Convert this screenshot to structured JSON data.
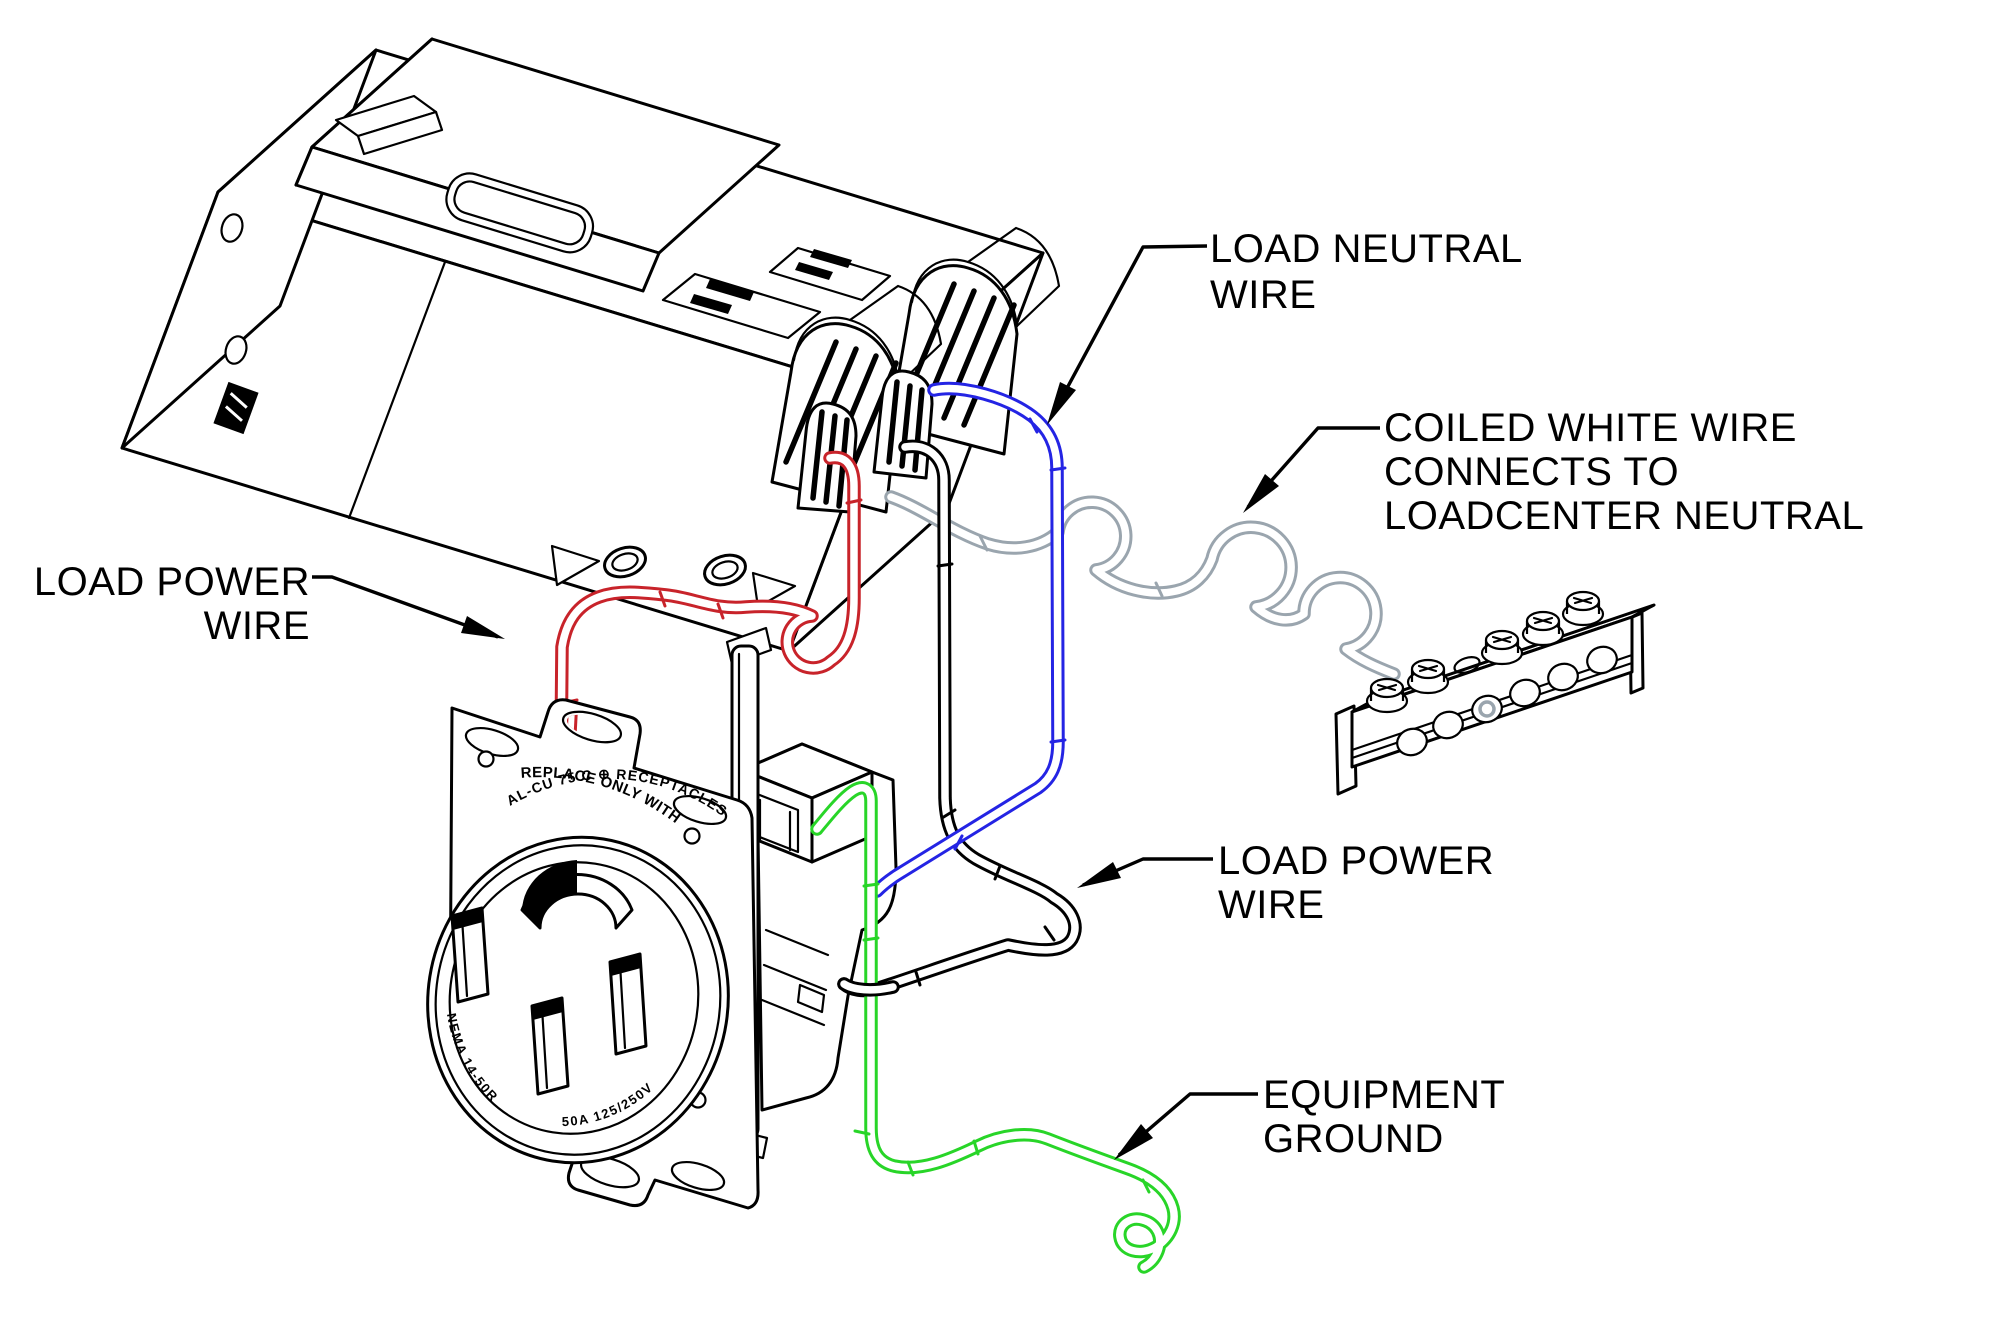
{
  "diagram": {
    "background": "#ffffff",
    "line_color": "#000000",
    "callouts": {
      "load_neutral": {
        "line1": "LOAD NEUTRAL",
        "line2": "WIRE"
      },
      "coiled_white": {
        "line1": "COILED WHITE WIRE",
        "line2": "CONNECTS TO",
        "line3": "LOADCENTER NEUTRAL"
      },
      "load_power_left": {
        "line1": "LOAD POWER",
        "line2": "WIRE"
      },
      "load_power_right": {
        "line1": "LOAD POWER",
        "line2": "WIRE"
      },
      "equipment_ground": {
        "line1": "EQUIPMENT",
        "line2": "GROUND"
      }
    },
    "receptacle_markings": {
      "replace_line1": "REPLACE ONLY WITH",
      "replace_line2": "AL-CU 75 C ⊕ RECEPTACLES",
      "nema": "NEMA 14-50R",
      "rating": "50A 125/250V"
    },
    "wire_colors": {
      "load_power": "#c8232a",
      "load_neutral": "#2424e4",
      "neutral_coiled": "#9aa5ae",
      "equipment_ground": "#28d528",
      "load_power_2": "#000000"
    }
  }
}
